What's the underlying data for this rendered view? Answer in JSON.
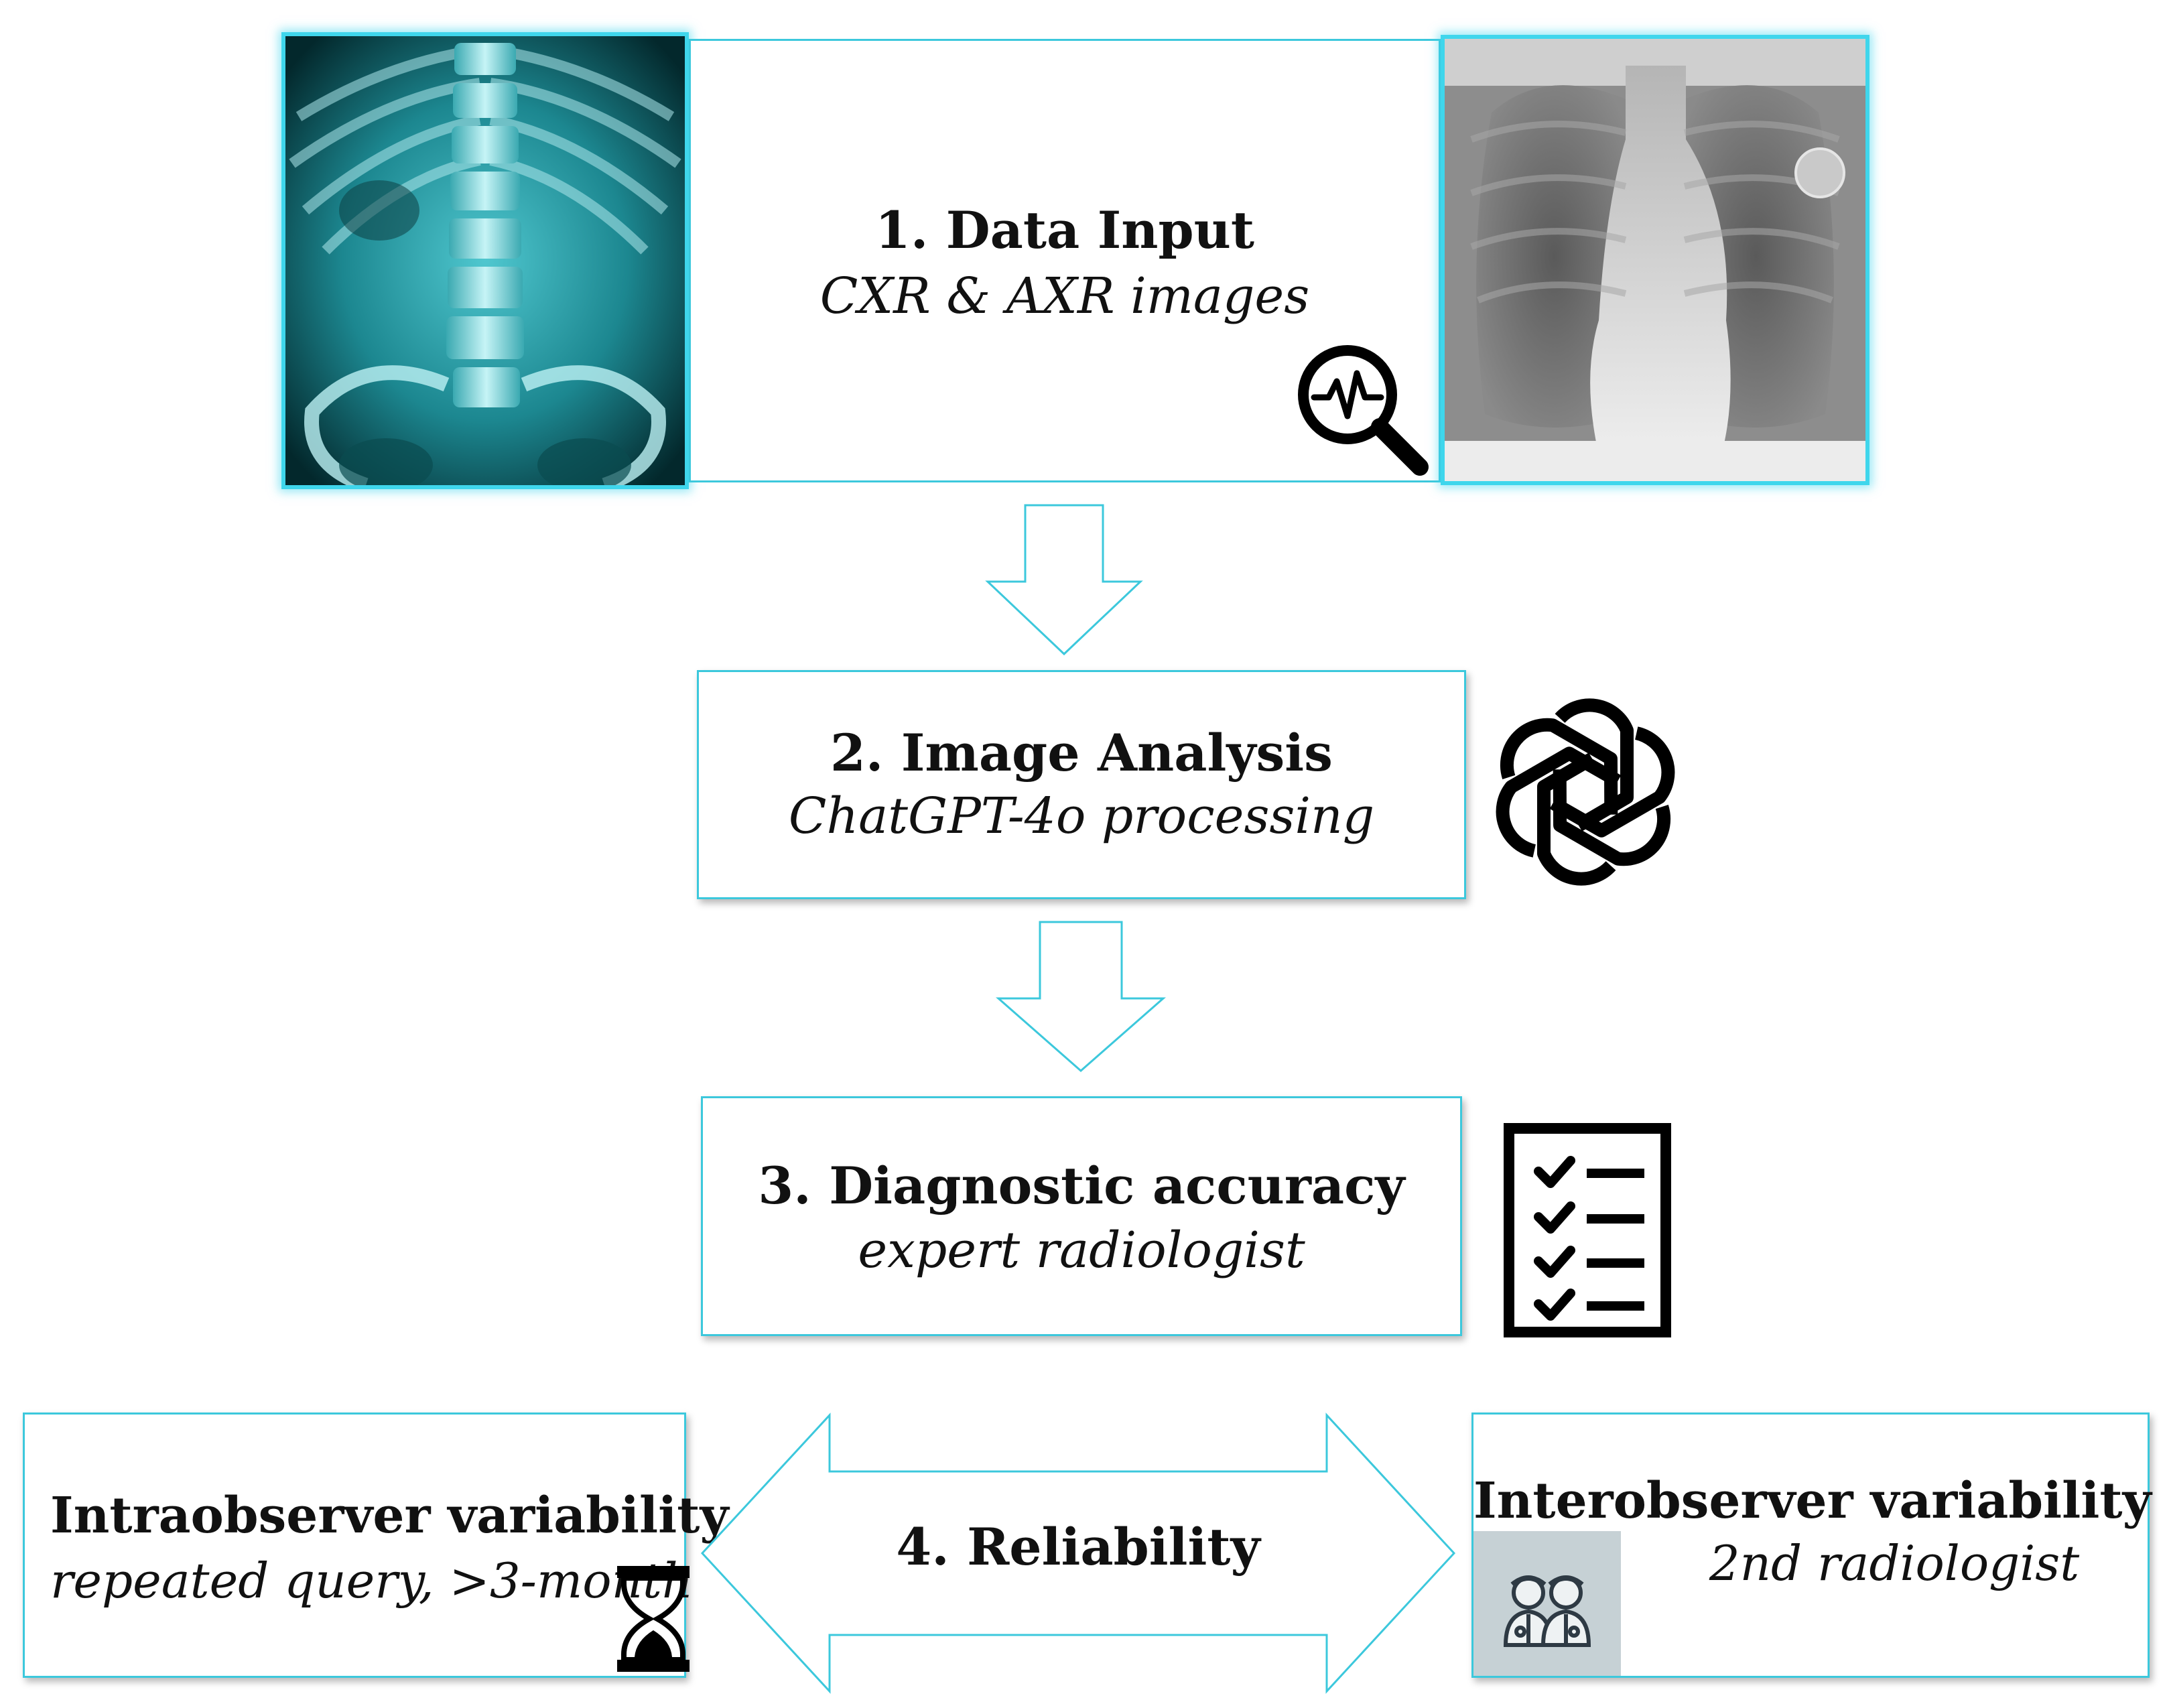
{
  "step1": {
    "title": "1. Data Input",
    "subtitle": "CXR & AXR images"
  },
  "step2": {
    "title": "2. Image Analysis",
    "subtitle": "ChatGPT-4o processing"
  },
  "step3": {
    "title": "3. Diagnostic accuracy",
    "subtitle": "expert radiologist"
  },
  "step4": {
    "title": "4. Reliability"
  },
  "intra": {
    "title": "Intraobserver variability",
    "subtitle": "repeated query, >3-month"
  },
  "inter": {
    "title": "Interobserver variability",
    "subtitle": "2nd radiologist"
  },
  "colors": {
    "accent": "#3cc8dc",
    "cyan_xray": "#2fb8c4",
    "text": "#111111"
  },
  "icons": [
    "magnifier-pulse-icon",
    "openai-logo-icon",
    "checklist-icon",
    "hourglass-icon",
    "radiologists-icon"
  ]
}
